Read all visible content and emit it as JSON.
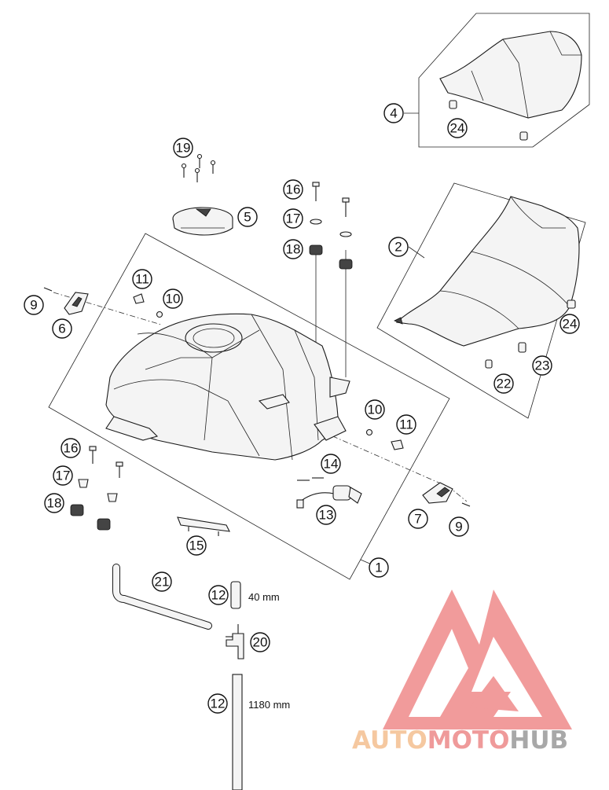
{
  "diagram": {
    "callouts": [
      {
        "id": "c1",
        "label": "1"
      },
      {
        "id": "c2",
        "label": "2"
      },
      {
        "id": "c4",
        "label": "4"
      },
      {
        "id": "c5",
        "label": "5"
      },
      {
        "id": "c6",
        "label": "6"
      },
      {
        "id": "c7",
        "label": "7"
      },
      {
        "id": "c9a",
        "label": "9"
      },
      {
        "id": "c9b",
        "label": "9"
      },
      {
        "id": "c10a",
        "label": "10"
      },
      {
        "id": "c10b",
        "label": "10"
      },
      {
        "id": "c11a",
        "label": "11"
      },
      {
        "id": "c11b",
        "label": "11"
      },
      {
        "id": "c12a",
        "label": "12"
      },
      {
        "id": "c12b",
        "label": "12"
      },
      {
        "id": "c13",
        "label": "13"
      },
      {
        "id": "c14",
        "label": "14"
      },
      {
        "id": "c15",
        "label": "15"
      },
      {
        "id": "c16a",
        "label": "16"
      },
      {
        "id": "c16b",
        "label": "16"
      },
      {
        "id": "c17a",
        "label": "17"
      },
      {
        "id": "c17b",
        "label": "17"
      },
      {
        "id": "c18a",
        "label": "18"
      },
      {
        "id": "c18b",
        "label": "18"
      },
      {
        "id": "c19",
        "label": "19"
      },
      {
        "id": "c20",
        "label": "20"
      },
      {
        "id": "c21",
        "label": "21"
      },
      {
        "id": "c22",
        "label": "22"
      },
      {
        "id": "c23",
        "label": "23"
      },
      {
        "id": "c24a",
        "label": "24"
      },
      {
        "id": "c24b",
        "label": "24"
      }
    ],
    "measurements": {
      "hose_short": "40 mm",
      "hose_long": "1180 mm"
    }
  },
  "watermark": {
    "part1": "AUTO",
    "part2": "MOTO",
    "part3": "HUB",
    "colors": {
      "logo_red": "#ef8a8a",
      "auto": "#f5c8a0",
      "moto": "#ef9a9a",
      "hub": "#a8a8a8"
    }
  }
}
